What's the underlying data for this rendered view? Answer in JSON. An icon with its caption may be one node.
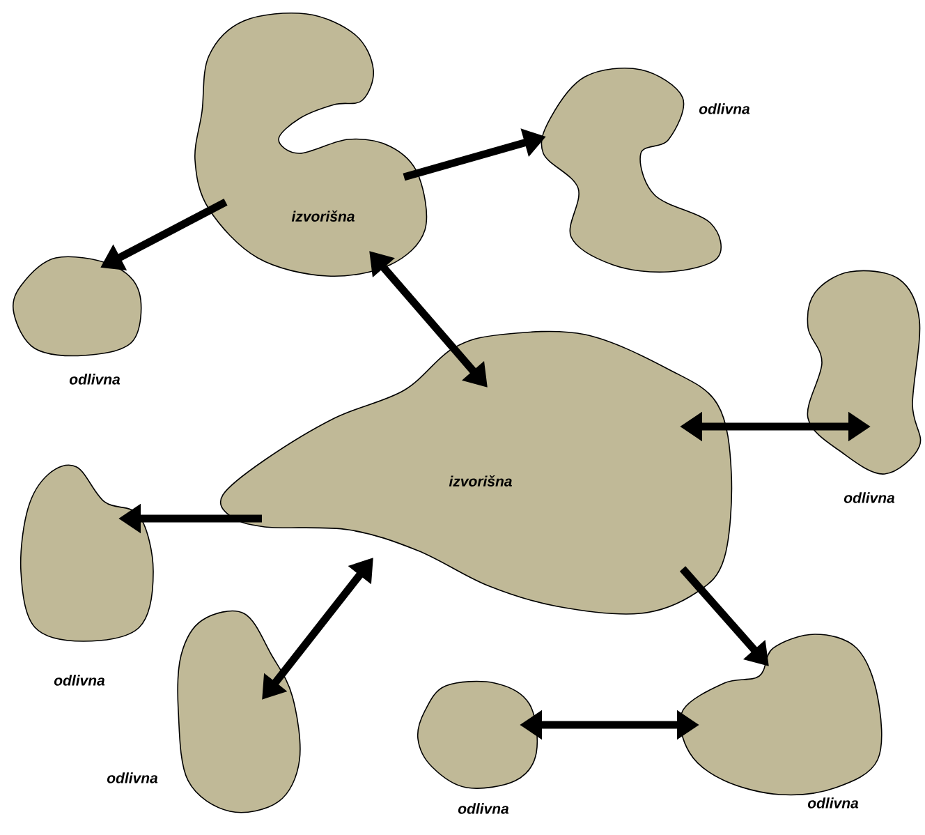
{
  "diagram": {
    "nodes": [
      {
        "text": [
          "izvorišna"
        ]
      },
      {
        "text": [
          "odlivna"
        ]
      },
      {
        "text": [
          "odlivna"
        ]
      },
      {
        "text": [
          "izvorišna"
        ]
      },
      {
        "text": [
          "odlivna"
        ]
      },
      {
        "text": [
          "odlivna"
        ]
      },
      {
        "text": [
          "odlivna"
        ]
      },
      {
        "text": [
          "odlivna"
        ]
      },
      {
        "text": [
          "odlivna"
        ]
      }
    ],
    "edges": [
      {
        "from": 0,
        "to": 1,
        "arrow": "to"
      },
      {
        "from": 0,
        "to": 2,
        "arrow": "to"
      },
      {
        "from": 0,
        "to": 3,
        "arrow": "both"
      },
      {
        "from": 3,
        "to": 4,
        "arrow": "both"
      },
      {
        "from": 3,
        "to": 5,
        "arrow": "to"
      },
      {
        "from": 3,
        "to": 6,
        "arrow": "both"
      },
      {
        "from": 3,
        "to": 8,
        "arrow": "to"
      },
      {
        "from": 7,
        "to": 8,
        "arrow": "both"
      }
    ]
  }
}
